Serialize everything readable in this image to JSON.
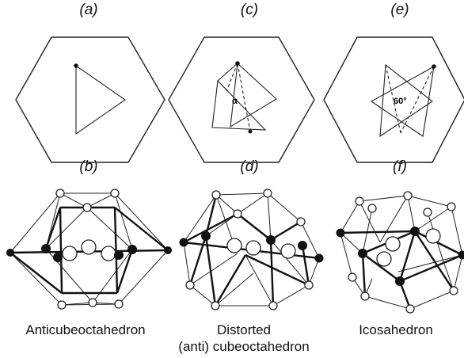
{
  "panels": {
    "a": "(a)",
    "b": "(b)",
    "c": "(c)",
    "d": "(d)",
    "e": "(e)",
    "f": "(f)"
  },
  "angles": {
    "c": "α",
    "e": "60°"
  },
  "captions": {
    "b": "Anticubeoctahedron",
    "d_line1": "Distorted",
    "d_line2": "(anti) cubeoctahedron",
    "f": "Icosahedron"
  }
}
